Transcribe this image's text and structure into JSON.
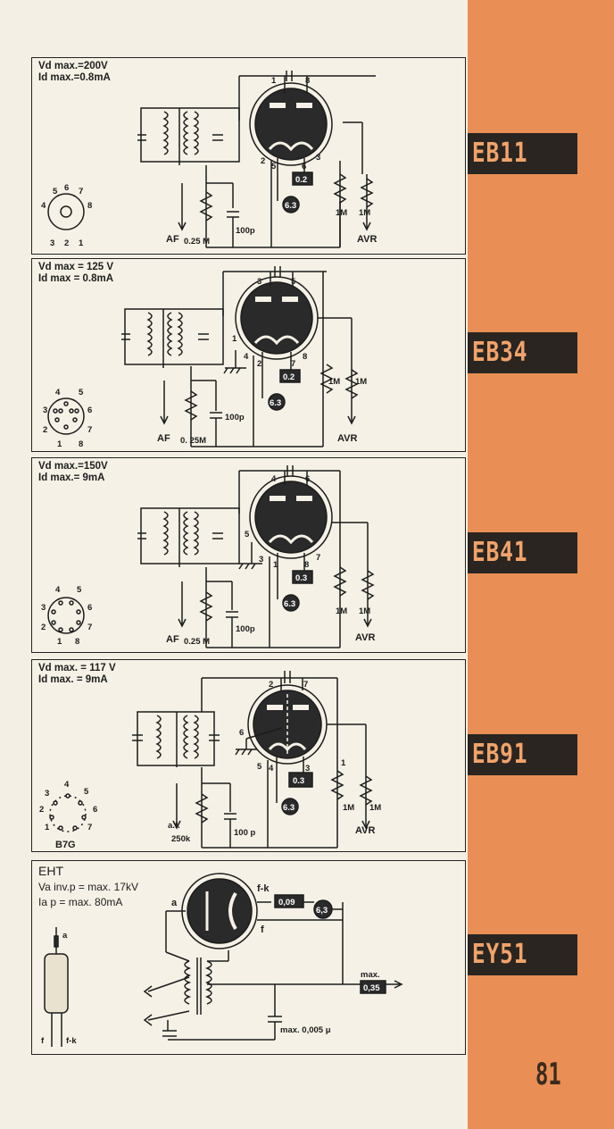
{
  "page_number": "81",
  "tubes": [
    {
      "name": "EB11",
      "spec": [
        "Vd max.=200V",
        "Id max.=0.8mA"
      ],
      "pins": {
        "a1": "1",
        "a2": "8",
        "g": "2",
        "k1": "5",
        "k2": "6",
        "k3": "3"
      },
      "heater_v": "0.2",
      "heater_i": "6.3",
      "r_load": "0.25 M",
      "cap": "100p",
      "r1": "1M",
      "r2": "1M",
      "out_af": "AF",
      "out_avr": "AVR",
      "base_pins": [
        "5",
        "6",
        "7",
        "4",
        "8",
        "3",
        "2",
        "1"
      ],
      "base_label": ""
    },
    {
      "name": "EB34",
      "spec": [
        "Vd max = 125 V",
        "Id max = 0.8mA"
      ],
      "pins": {
        "a1": "3",
        "a2": "5",
        "g": "1",
        "k1": "4",
        "k2": "2",
        "k3": "7",
        "k4": "8"
      },
      "heater_v": "0.2",
      "heater_i": "6.3",
      "r_load": "0. 25M",
      "cap": "100p",
      "r1": "1M",
      "r2": "1M",
      "out_af": "AF",
      "out_avr": "AVR",
      "base_pins": [
        "4",
        "5",
        "3",
        "6",
        "2",
        "7",
        "1",
        "8"
      ],
      "base_label": ""
    },
    {
      "name": "EB41",
      "spec": [
        "Vd max.=150V",
        "Id max.= 9mA"
      ],
      "pins": {
        "a1": "4",
        "a2": "6",
        "g": "5",
        "k1": "3",
        "k2": "1",
        "k3": "8",
        "k4": "7"
      },
      "heater_v": "0.3",
      "heater_i": "6.3",
      "r_load": "0.25 M",
      "cap": "100p",
      "r1": "1M",
      "r2": "1M",
      "out_af": "AF",
      "out_avr": "AVR",
      "base_pins": [
        "4",
        "5",
        "3",
        "6",
        "2",
        "7",
        "1",
        "8"
      ],
      "base_label": ""
    },
    {
      "name": "EB91",
      "spec": [
        "Vd max. = 117 V",
        "Id max. = 9mA"
      ],
      "pins": {
        "a1": "2",
        "a2": "7",
        "g": "6",
        "k1": "5",
        "k2": "4",
        "k3": "3",
        "k4": "1"
      },
      "heater_v": "0.3",
      "heater_i": "6.3",
      "r_load": "250k",
      "cap": "100 p",
      "r1": "1M",
      "r2": "1M",
      "out_af": "a.f.",
      "out_avr": "AVR",
      "base_pins": [
        "4",
        "5",
        "3",
        "6",
        "2",
        "7",
        "1"
      ],
      "base_label": "B7G"
    },
    {
      "name": "EY51",
      "spec": [
        "EHT",
        "Va inv.p = max. 17kV",
        "Ia p = max. 80mA"
      ],
      "pins": {
        "a": "a",
        "fk": "f-k",
        "f": "f"
      },
      "heater_v": "0,09",
      "heater_i": "6,3",
      "out_label": "max.",
      "out_value": "0,35",
      "cap": "max. 0,005 μ",
      "body_pins": [
        "a",
        "f",
        "f-k"
      ]
    }
  ]
}
